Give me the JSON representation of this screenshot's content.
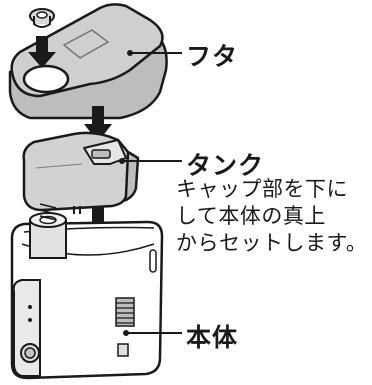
{
  "labels": {
    "lid": "フタ",
    "tank": "タンク",
    "body": "本体"
  },
  "instruction": {
    "lines": [
      "キャップ部を下に",
      "して本体の真上",
      "からセットします。"
    ]
  },
  "colors": {
    "gray_fill": "#cfcfcf",
    "light_gray_fill": "#e9e9e9",
    "outline": "#1a1a1a",
    "arrow": "#1a1a1a"
  }
}
